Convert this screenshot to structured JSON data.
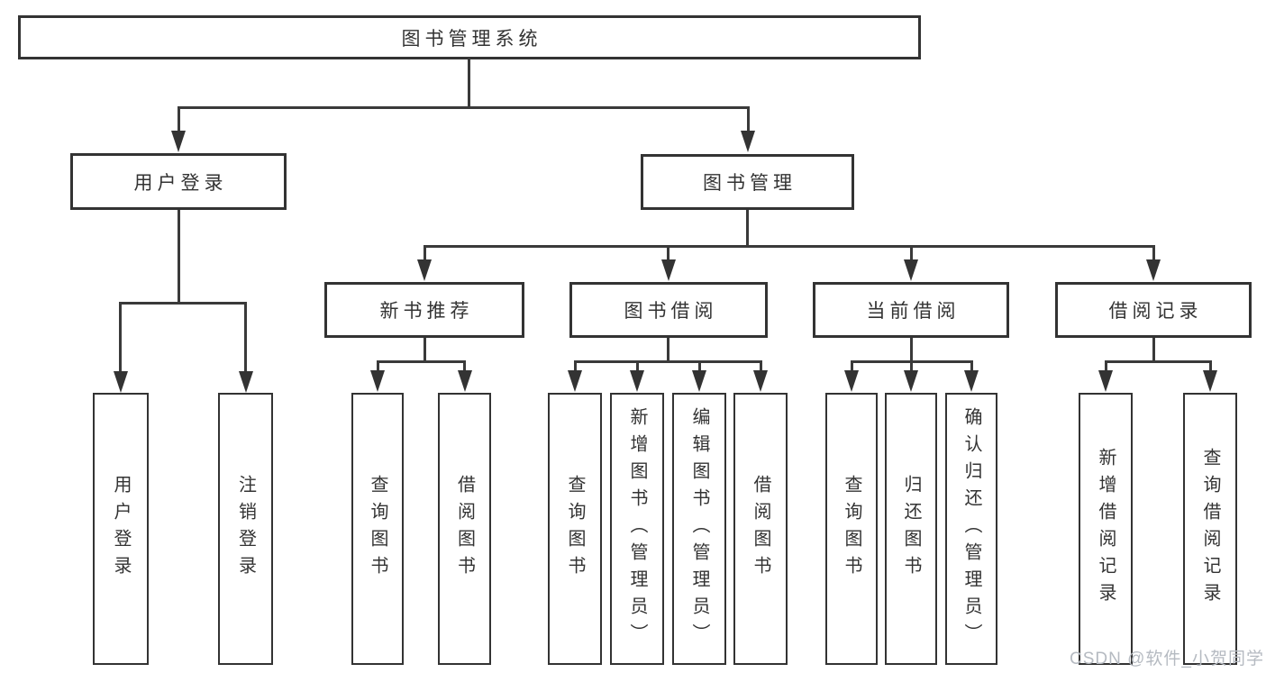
{
  "diagram": {
    "root": {
      "label": "图书管理系统"
    },
    "level2": [
      {
        "label": "用户登录"
      },
      {
        "label": "图书管理"
      }
    ],
    "level3": [
      {
        "label": "新书推荐",
        "parent": "图书管理"
      },
      {
        "label": "图书借阅",
        "parent": "图书管理"
      },
      {
        "label": "当前借阅",
        "parent": "图书管理"
      },
      {
        "label": "借阅记录",
        "parent": "图书管理"
      }
    ],
    "leaves": [
      {
        "label": "用户登录",
        "parent": "用户登录"
      },
      {
        "label": "注销登录",
        "parent": "用户登录"
      },
      {
        "label": "查询图书",
        "parent": "新书推荐"
      },
      {
        "label": "借阅图书",
        "parent": "新书推荐"
      },
      {
        "label": "查询图书",
        "parent": "图书借阅"
      },
      {
        "label": "新增图书（管理员）",
        "parent": "图书借阅"
      },
      {
        "label": "编辑图书（管理员）",
        "parent": "图书借阅"
      },
      {
        "label": "借阅图书",
        "parent": "图书借阅"
      },
      {
        "label": "查询图书",
        "parent": "当前借阅"
      },
      {
        "label": "归还图书",
        "parent": "当前借阅"
      },
      {
        "label": "确认归还（管理员）",
        "parent": "当前借阅"
      },
      {
        "label": "新增借阅记录",
        "parent": "借阅记录"
      },
      {
        "label": "查询借阅记录",
        "parent": "借阅记录"
      }
    ],
    "colors": {
      "line": "#3a3a3a",
      "border": "#333333",
      "text": "#333333",
      "watermark": "#b5bac1",
      "background": "#ffffff"
    }
  },
  "watermark": {
    "text": "CSDN @软件_小贺同学"
  }
}
